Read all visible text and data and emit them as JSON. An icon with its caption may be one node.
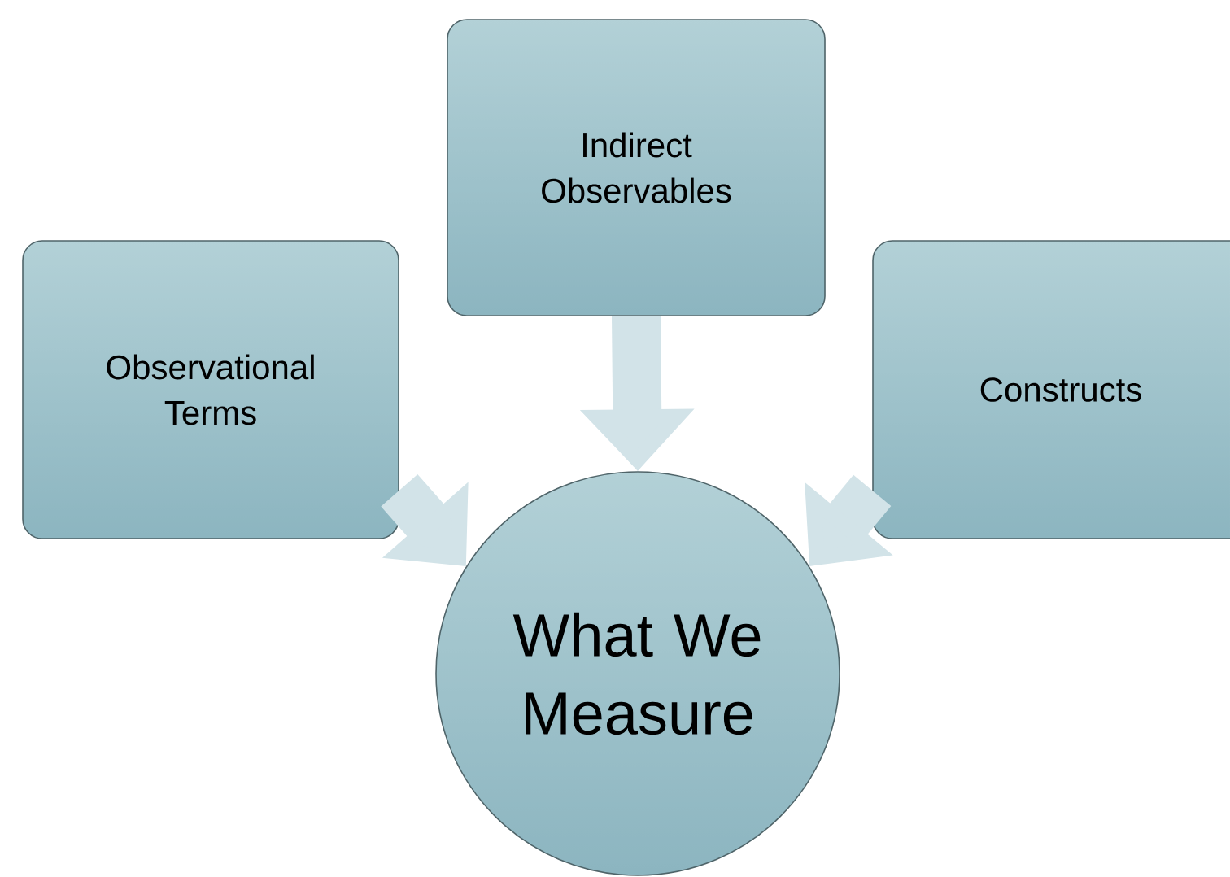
{
  "diagram": {
    "nodes": [
      {
        "text": [
          "Observational Terms"
        ]
      },
      {
        "text": [
          "Indirect Observables"
        ]
      },
      {
        "text": [
          "Constructs"
        ]
      },
      {
        "text": [
          "What We Measure"
        ]
      }
    ],
    "edges": [
      {
        "from": 0,
        "to": 3,
        "arrow": "to"
      },
      {
        "from": 1,
        "to": 3,
        "arrow": "to"
      },
      {
        "from": 2,
        "to": 3,
        "arrow": "to"
      }
    ]
  }
}
